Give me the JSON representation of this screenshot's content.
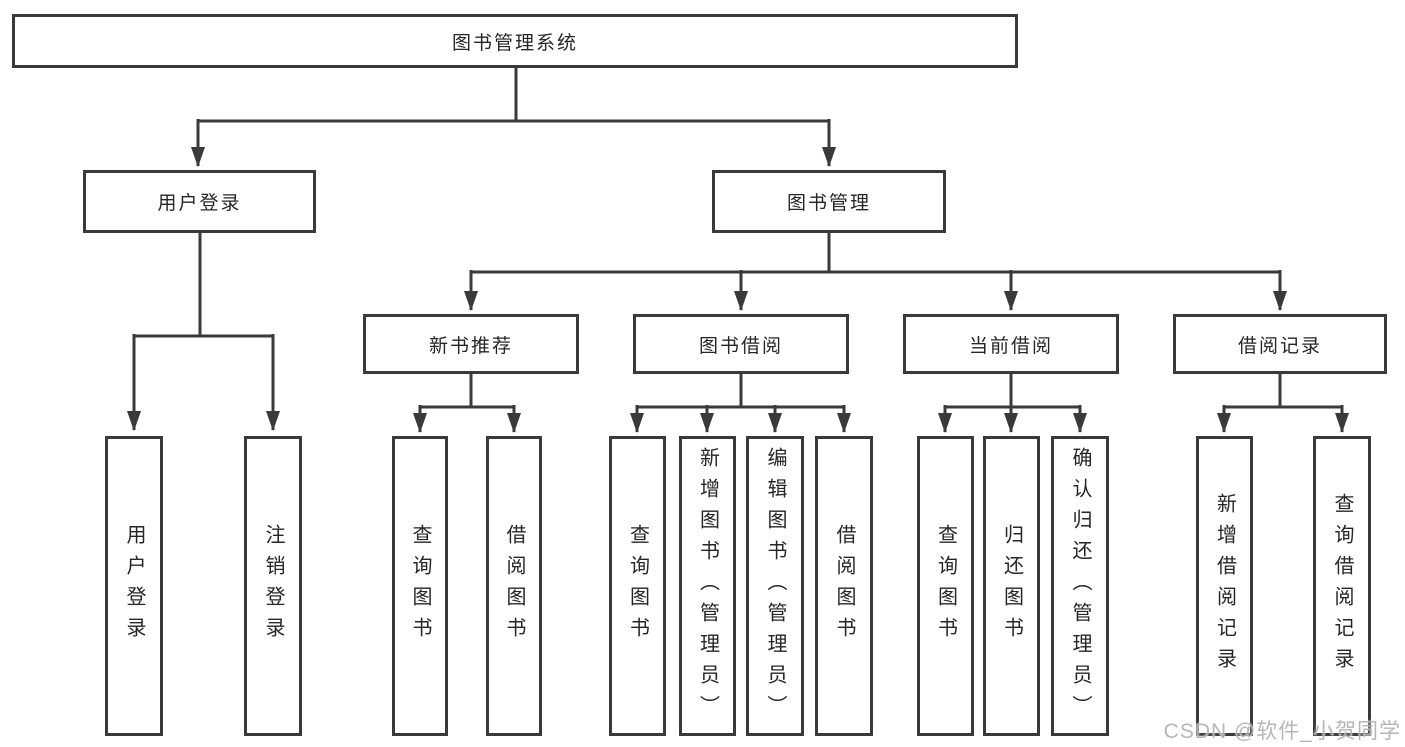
{
  "tree": {
    "root": "图书管理系统",
    "branches": [
      {
        "label": "用户登录",
        "children": [
          "用户登录",
          "注销登录"
        ]
      },
      {
        "label": "图书管理",
        "children": [
          {
            "label": "新书推荐",
            "children": [
              "查询图书",
              "借阅图书"
            ]
          },
          {
            "label": "图书借阅",
            "children": [
              "查询图书",
              "新增图书（管理员）",
              "编辑图书（管理员）",
              "借阅图书"
            ]
          },
          {
            "label": "当前借阅",
            "children": [
              "查询图书",
              "归还图书",
              "确认归还（管理员）"
            ]
          },
          {
            "label": "借阅记录",
            "children": [
              "新增借阅记录",
              "查询借阅记录"
            ]
          }
        ]
      }
    ]
  },
  "watermark": {
    "text": "CSDN @软件_小贺同学"
  },
  "colors": {
    "line": "#3a3a3e",
    "text": "#26262a",
    "background": "#ffffff",
    "watermark": "#b3b3b3"
  }
}
